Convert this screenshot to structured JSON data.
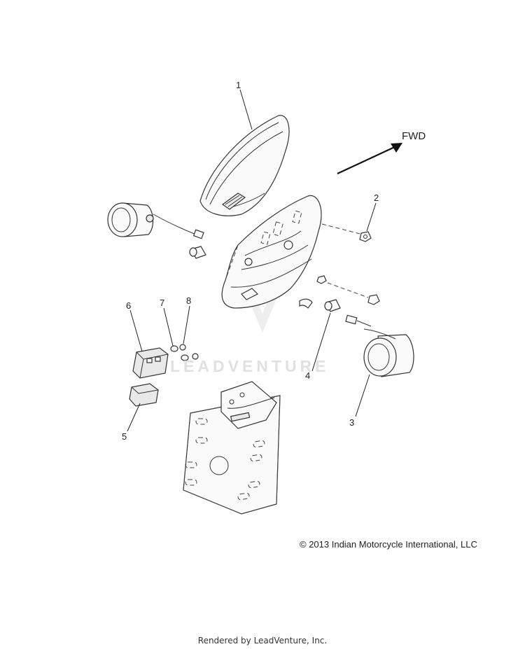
{
  "direction_label": "FWD",
  "callouts": [
    {
      "id": "1",
      "label": "1"
    },
    {
      "id": "2",
      "label": "2"
    },
    {
      "id": "3",
      "label": "3"
    },
    {
      "id": "4",
      "label": "4"
    },
    {
      "id": "5",
      "label": "5"
    },
    {
      "id": "6",
      "label": "6"
    },
    {
      "id": "7",
      "label": "7"
    },
    {
      "id": "8",
      "label": "8"
    }
  ],
  "copyright": "© 2013 Indian Motorcycle International, LLC",
  "watermark": "LEADVENTURE",
  "footer": "Rendered by LeadVenture, Inc."
}
